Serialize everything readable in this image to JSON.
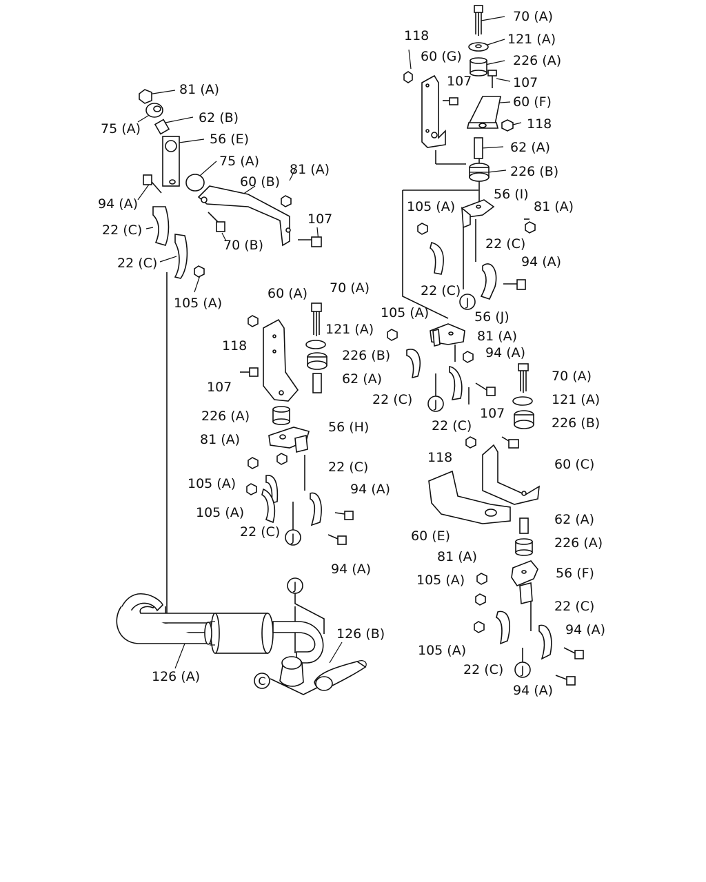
{
  "parts_diagram": {
    "labels": [
      "70 (A)",
      "121 (A)",
      "226 (A)",
      "107",
      "60 (F)",
      "118",
      "62 (A)",
      "226 (B)",
      "118",
      "60 (G)",
      "107",
      "81 (A)",
      "75 (A)",
      "62 (B)",
      "56 (E)",
      "75 (A)",
      "81 (A)",
      "60 (B)",
      "94 (A)",
      "22 (C)",
      "107",
      "70 (B)",
      "22 (C)",
      "105 (A)",
      "56 (I)",
      "105 (A)",
      "81 (A)",
      "22 (C)",
      "94 (A)",
      "22 (C)",
      "60 (A)",
      "70 (A)",
      "118",
      "121 (A)",
      "226 (B)",
      "107",
      "62 (A)",
      "105 (A)",
      "56 (J)",
      "81 (A)",
      "94 (A)",
      "22 (C)",
      "22 (C)",
      "70 (A)",
      "121 (A)",
      "226 (B)",
      "107",
      "226 (A)",
      "56 (H)",
      "81 (A)",
      "22 (C)",
      "105 (A)",
      "94 (A)",
      "105 (A)",
      "22 (C)",
      "94 (A)",
      "118",
      "60 (C)",
      "60 (E)",
      "62 (A)",
      "226 (A)",
      "81 (A)",
      "56 (F)",
      "105 (A)",
      "22 (C)",
      "94 (A)",
      "105 (A)",
      "22 (C)",
      "94 (A)",
      "126 (B)",
      "126 (A)"
    ],
    "callouts": [
      "J",
      "J",
      "J",
      "J",
      "J",
      "C"
    ]
  }
}
